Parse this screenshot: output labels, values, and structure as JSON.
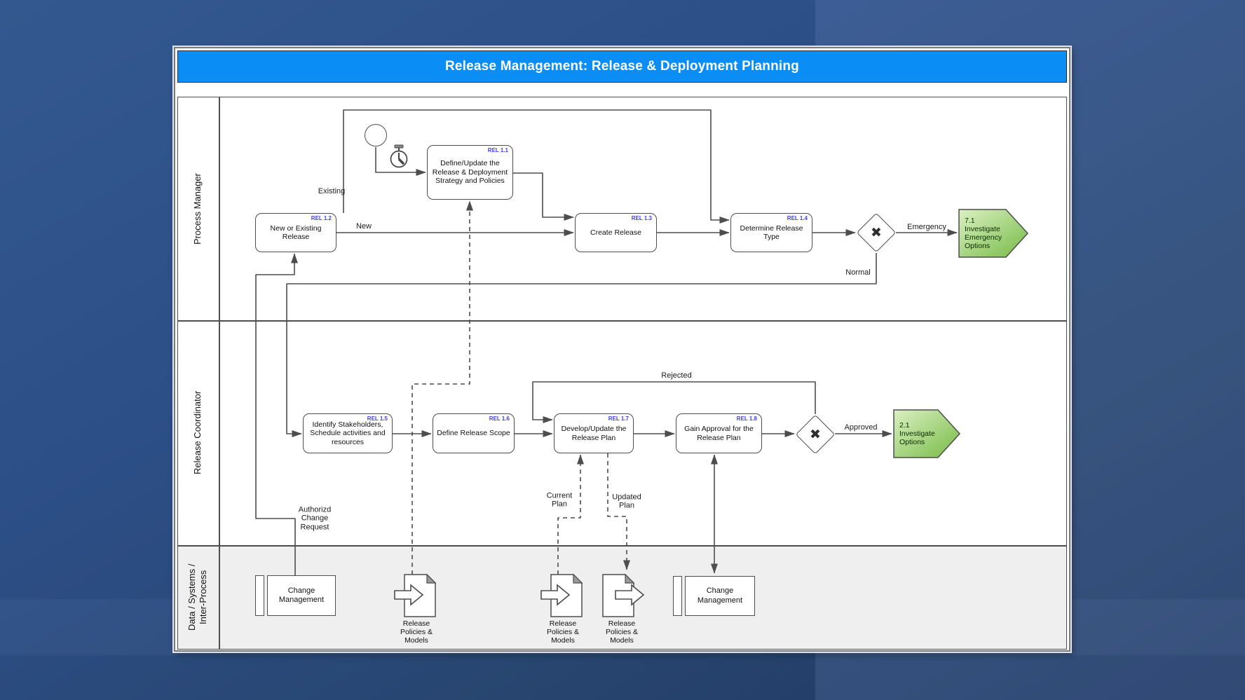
{
  "title": "Release Management: Release & Deployment Planning",
  "colors": {
    "title_bar": "#0a8df5",
    "line": "#4d4d4d",
    "rel_id": "#4040f0",
    "green_light": "#dbf1c3",
    "green_dark": "#76ba45",
    "lane3_bg": "#efefef"
  },
  "lanes": [
    {
      "label": "Process Manager"
    },
    {
      "label": "Release Coordinator"
    },
    {
      "label": "Data / Systems /\nInter-Process"
    }
  ],
  "nodes": {
    "rel11": {
      "id": "REL 1.1",
      "label": "Define/Update the Release & Deployment Strategy and Policies"
    },
    "rel12": {
      "id": "REL 1.2",
      "label": "New or Existing Release"
    },
    "rel13": {
      "id": "REL 1.3",
      "label": "Create Release"
    },
    "rel14": {
      "id": "REL 1.4",
      "label": "Determine Release Type"
    },
    "rel15": {
      "id": "REL 1.5",
      "label": "Identify Stakeholders, Schedule activities and resources"
    },
    "rel16": {
      "id": "REL 1.6",
      "label": "Define Release Scope"
    },
    "rel17": {
      "id": "REL 1.7",
      "label": "Develop/Update the Release Plan"
    },
    "rel18": {
      "id": "REL 1.8",
      "label": "Gain Approval for the Release Plan"
    },
    "gateway_release_type": {
      "marker": "✖"
    },
    "gateway_approval": {
      "marker": "✖"
    },
    "investigate_emergency": {
      "label": "7.1\nInvestigate\nEmergency\nOptions"
    },
    "investigate_options": {
      "label": "2.1\nInvestigate\nOptions"
    },
    "change_mgmt_left": {
      "label": "Change Management"
    },
    "change_mgmt_right": {
      "label": "Change Management"
    },
    "doc_policies_1": {
      "label": "Release\nPolicies &\nModels"
    },
    "doc_policies_2": {
      "label": "Release\nPolicies &\nModels"
    },
    "doc_policies_3": {
      "label": "Release\nPolicies &\nModels"
    }
  },
  "edge_labels": {
    "existing": "Existing",
    "new": "New",
    "emergency": "Emergency",
    "normal": "Normal",
    "rejected": "Rejected",
    "approved": "Approved",
    "authorized_change_request": "Authorizd\nChange\nRequest",
    "current_plan": "Current\nPlan",
    "updated_plan": "Updated\nPlan"
  }
}
